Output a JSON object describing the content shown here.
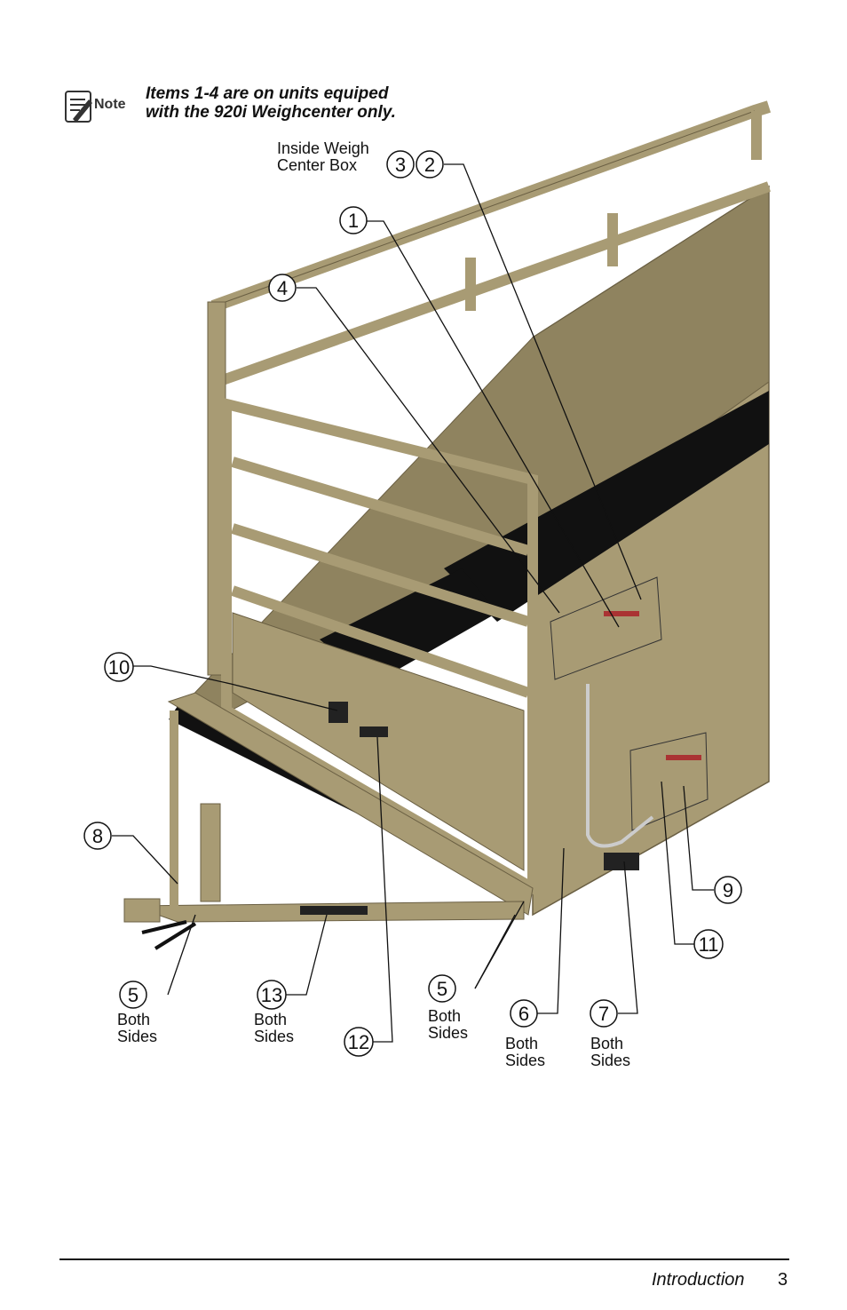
{
  "note": {
    "icon_label": "Note",
    "line1": "Items 1-4 are on units equiped",
    "line2": "with the 920i Weighcenter only."
  },
  "figure": {
    "inside_box_label_1": "Inside Weigh",
    "inside_box_label_2": "Center Box",
    "callouts": [
      "1",
      "2",
      "3",
      "4",
      "5",
      "5",
      "6",
      "7",
      "8",
      "9",
      "10",
      "11",
      "12",
      "13"
    ],
    "both": "Both",
    "sides": "Sides"
  },
  "footer": {
    "section": "Introduction",
    "page": "3"
  },
  "colors": {
    "frame": "#a89b74",
    "frame_dark": "#6a5f43",
    "mat": "#111111"
  }
}
